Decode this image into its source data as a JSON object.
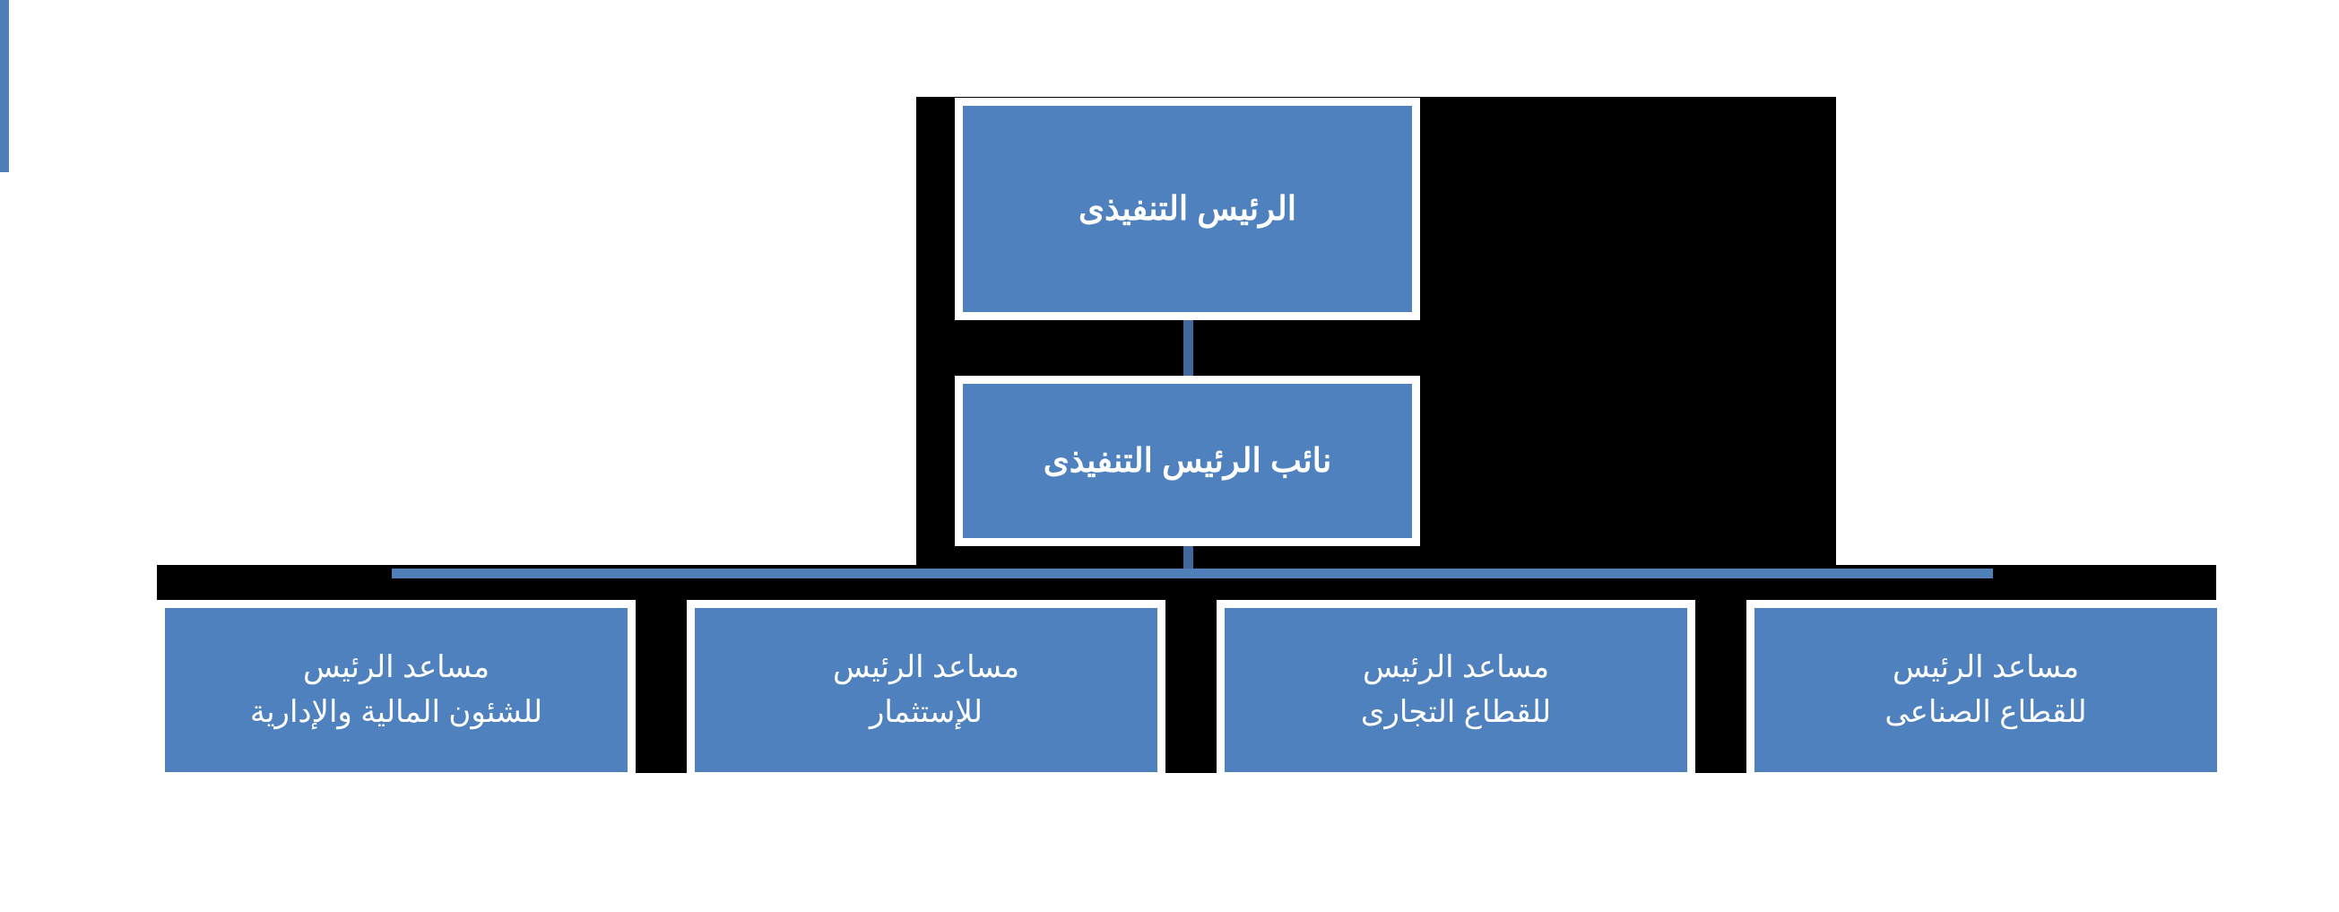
{
  "diagram": {
    "type": "organization-chart",
    "orientation": "rtl",
    "colors": {
      "node_fill": "#4E81BD",
      "node_border": "#FFFFFF",
      "node_text": "#FFFFFF",
      "connector": "#4E7FB8",
      "connector_dark": "#41699E",
      "backdrop": "#000000",
      "page_background": "#FFFFFF"
    },
    "levels": [
      {
        "level": 1,
        "nodes": [
          {
            "id": "ceo",
            "label": "الرئيس التنفيذى"
          }
        ]
      },
      {
        "level": 2,
        "nodes": [
          {
            "id": "deputy-ceo",
            "label": "نائب الرئيس التنفيذى"
          }
        ]
      },
      {
        "level": 3,
        "nodes": [
          {
            "id": "assistant-finance-admin",
            "label": "مساعد الرئيس\nللشئون المالية والإدارية"
          },
          {
            "id": "assistant-investment",
            "label": "مساعد الرئيس\nللإستثمار"
          },
          {
            "id": "assistant-commercial",
            "label": "مساعد الرئيس\nللقطاع التجارى"
          },
          {
            "id": "assistant-industrial",
            "label": "مساعد الرئيس\nللقطاع الصناعى"
          }
        ]
      }
    ]
  }
}
